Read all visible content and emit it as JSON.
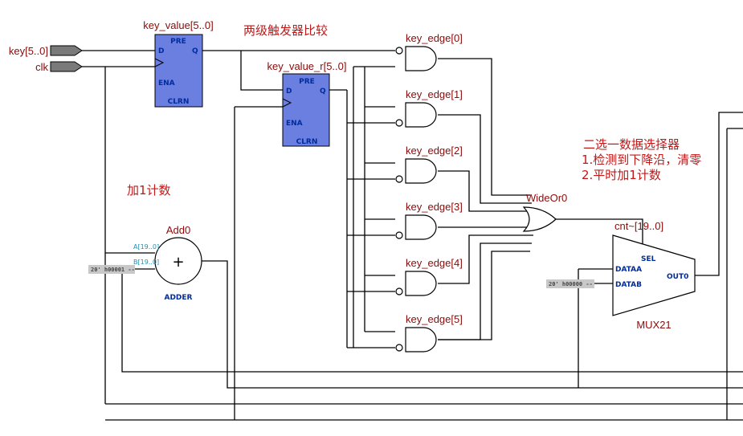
{
  "inputs": [
    {
      "label": "key[5..0]",
      "role": "input-bus"
    },
    {
      "label": "clk",
      "role": "clock-input"
    }
  ],
  "registers": [
    {
      "name": "key_value[5..0]",
      "pins": {
        "pre": "PRE",
        "d": "D",
        "q": "Q",
        "ena": "ENA",
        "clrn": "CLRN"
      }
    },
    {
      "name": "key_value_r[5..0]",
      "pins": {
        "pre": "PRE",
        "d": "D",
        "q": "Q",
        "ena": "ENA",
        "clrn": "CLRN"
      }
    }
  ],
  "and_gates": [
    {
      "name": "key_edge[0]"
    },
    {
      "name": "key_edge[1]"
    },
    {
      "name": "key_edge[2]"
    },
    {
      "name": "key_edge[3]"
    },
    {
      "name": "key_edge[4]"
    },
    {
      "name": "key_edge[5]"
    }
  ],
  "or_gate": {
    "name": "WideOr0"
  },
  "adder": {
    "name": "Add0",
    "type_label": "ADDER",
    "pin_a": "A[19..0]",
    "pin_b": "B[19..0]",
    "constant": "20' h00001 --",
    "symbol": "+"
  },
  "mux": {
    "name": "cnt~[19..0]",
    "type_label": "MUX21",
    "sel": "SEL",
    "dataa": "DATAA",
    "datab": "DATAB",
    "out": "OUT0",
    "constant": "20' h00000 --"
  },
  "annotations": {
    "two_stage": "两级触发器比较",
    "add_one": "加1计数",
    "mux_title": "二选一数据选择器",
    "mux_line1": "1.检测到下降沿，清零",
    "mux_line2": "2.平时加1计数"
  },
  "colors": {
    "register_fill": "#6a7fe0",
    "label_red": "#8b0a0a",
    "note_red": "#c21818",
    "pin_blue": "#002c9e",
    "constant_gray": "#c8c8c8"
  }
}
